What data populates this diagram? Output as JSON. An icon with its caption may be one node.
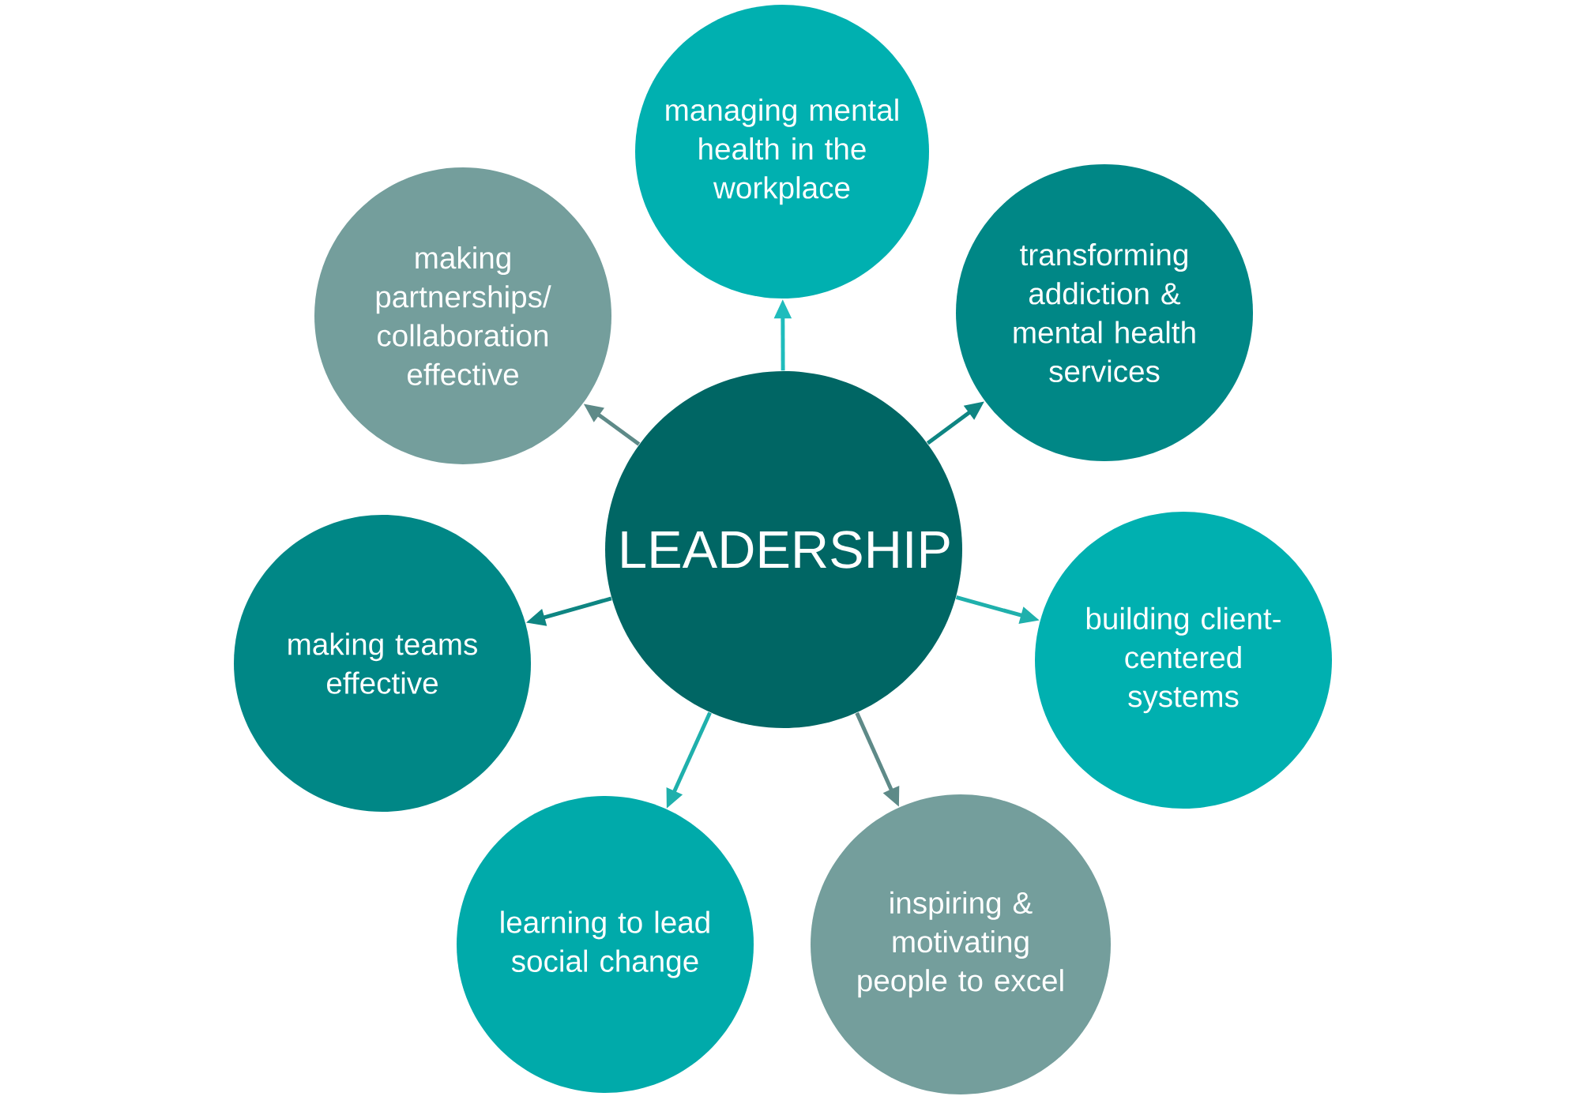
{
  "diagram": {
    "nodes": [
      {
        "text": [
          "LEADERSHIP"
        ]
      },
      {
        "text": [
          "managing mental health in the workplace"
        ]
      },
      {
        "text": [
          "transforming addiction & mental health services"
        ]
      },
      {
        "text": [
          "building client-centered systems"
        ]
      },
      {
        "text": [
          "inspiring & motivating people to excel"
        ]
      },
      {
        "text": [
          "learning to lead social change"
        ]
      },
      {
        "text": [
          "making teams effective"
        ]
      },
      {
        "text": [
          "making partnerships/ collaboration effective"
        ]
      }
    ],
    "edges": [
      {
        "from": 0,
        "to": 1,
        "arrow": "to",
        "color": "#1fbcbc"
      },
      {
        "from": 0,
        "to": 2,
        "arrow": "to",
        "color": "#0e8582"
      },
      {
        "from": 0,
        "to": 3,
        "arrow": "to",
        "color": "#1fb0ac"
      },
      {
        "from": 0,
        "to": 4,
        "arrow": "to",
        "color": "#5e8a88"
      },
      {
        "from": 0,
        "to": 5,
        "arrow": "to",
        "color": "#1fb0ac"
      },
      {
        "from": 0,
        "to": 6,
        "arrow": "to",
        "color": "#0e8582"
      },
      {
        "from": 0,
        "to": 7,
        "arrow": "to",
        "color": "#5e8a88"
      }
    ]
  }
}
